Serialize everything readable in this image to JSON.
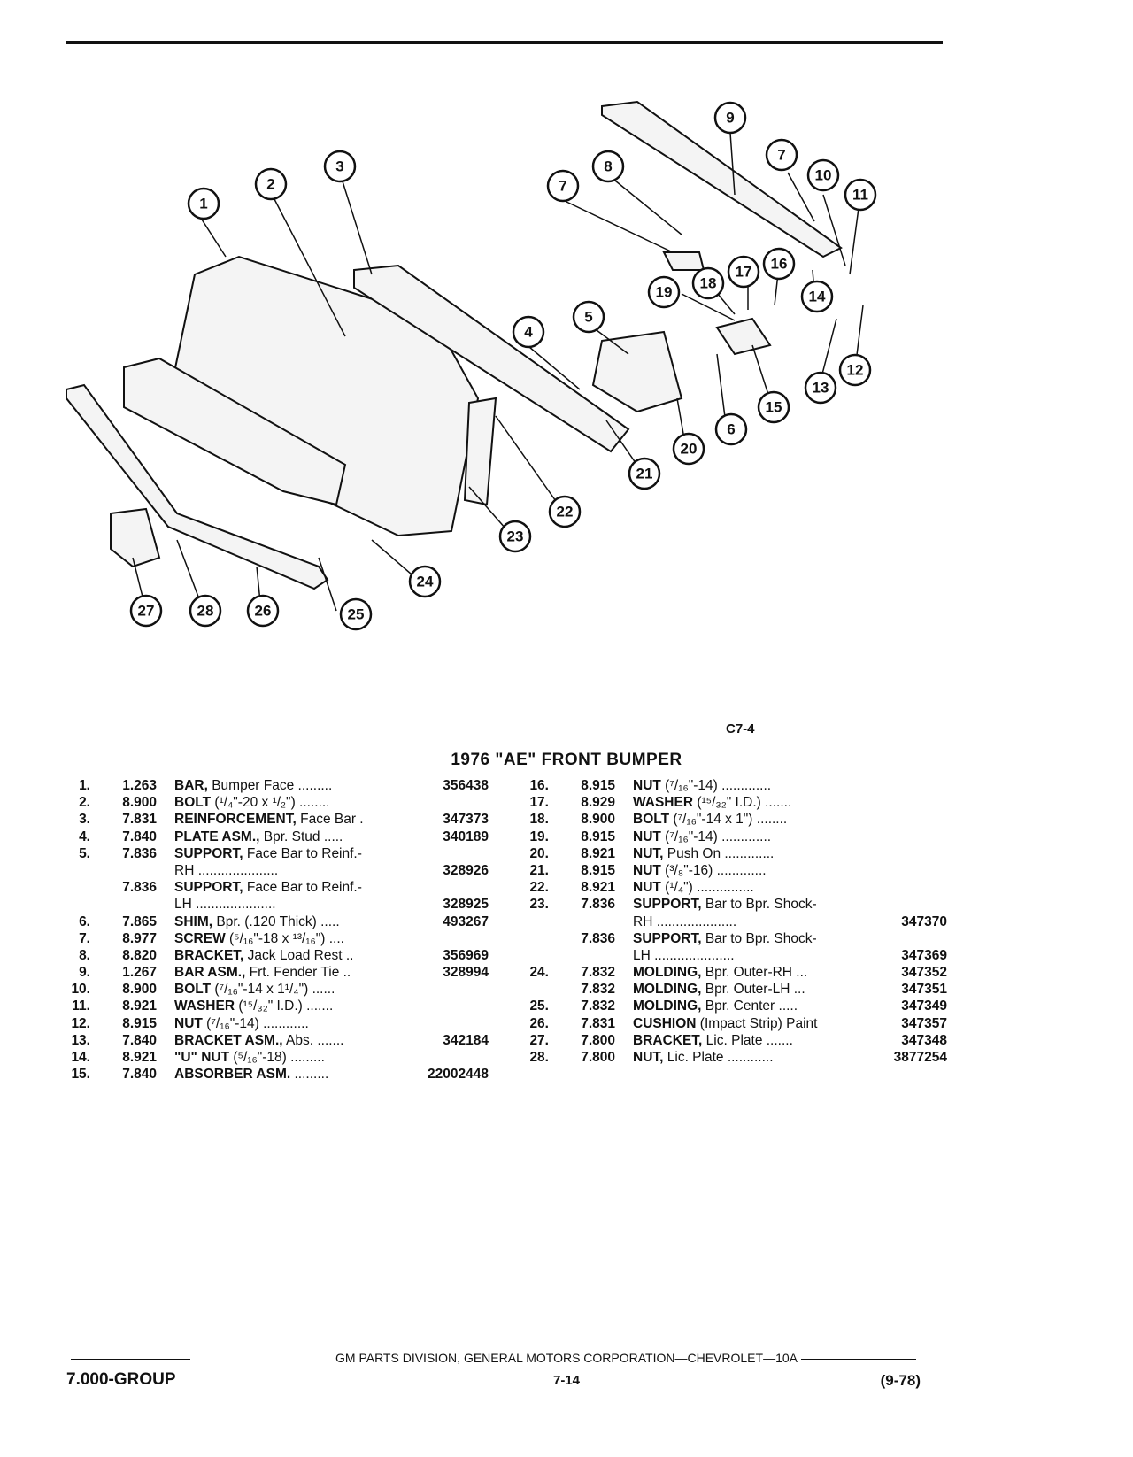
{
  "document": {
    "figure_ref": "C7-4",
    "title": "1976 \"AE\" FRONT BUMPER",
    "footer": {
      "center_text": "GM PARTS DIVISION, GENERAL MOTORS CORPORATION—CHEVROLET—10A",
      "group": "7.000-GROUP",
      "page": "7-14",
      "date": "(9-78)"
    }
  },
  "callouts": [
    "1",
    "2",
    "3",
    "4",
    "5",
    "6",
    "7",
    "7",
    "8",
    "9",
    "10",
    "11",
    "12",
    "13",
    "14",
    "15",
    "16",
    "17",
    "18",
    "19",
    "20",
    "21",
    "22",
    "23",
    "24",
    "25",
    "26",
    "27",
    "28"
  ],
  "parts_left": [
    {
      "no": "1.",
      "group": "1.263",
      "name": "BAR,",
      "desc": " Bumper Face .........",
      "pn": "356438"
    },
    {
      "no": "2.",
      "group": "8.900",
      "name": "BOLT",
      "desc": " (¹/₄\"-20 x ¹/₂\") ........",
      "pn": ""
    },
    {
      "no": "3.",
      "group": "7.831",
      "name": "REINFORCEMENT,",
      "desc": " Face Bar .",
      "pn": "347373"
    },
    {
      "no": "4.",
      "group": "7.840",
      "name": "PLATE ASM.,",
      "desc": " Bpr. Stud .....",
      "pn": "340189"
    },
    {
      "no": "5.",
      "group": "7.836",
      "name": "SUPPORT,",
      "desc": " Face Bar to Reinf.-",
      "pn": ""
    },
    {
      "no": "",
      "group": "",
      "name": "",
      "desc": "RH .....................",
      "pn": "328926"
    },
    {
      "no": "",
      "group": "7.836",
      "name": "SUPPORT,",
      "desc": " Face Bar to Reinf.-",
      "pn": ""
    },
    {
      "no": "",
      "group": "",
      "name": "",
      "desc": "LH .....................",
      "pn": "328925"
    },
    {
      "no": "6.",
      "group": "7.865",
      "name": "SHIM,",
      "desc": " Bpr. (.120 Thick) .....",
      "pn": "493267"
    },
    {
      "no": "7.",
      "group": "8.977",
      "name": "SCREW",
      "desc": " (⁵/₁₆\"-18 x ¹³/₁₆\") ....",
      "pn": ""
    },
    {
      "no": "8.",
      "group": "8.820",
      "name": "BRACKET,",
      "desc": " Jack Load Rest ..",
      "pn": "356969"
    },
    {
      "no": "9.",
      "group": "1.267",
      "name": "BAR ASM.,",
      "desc": " Frt. Fender Tie ..",
      "pn": "328994"
    },
    {
      "no": "10.",
      "group": "8.900",
      "name": "BOLT",
      "desc": " (⁷/₁₆\"-14 x 1¹/₄\") ......",
      "pn": ""
    },
    {
      "no": "11.",
      "group": "8.921",
      "name": "WASHER",
      "desc": " (¹⁵/₃₂\" I.D.) .......",
      "pn": ""
    },
    {
      "no": "12.",
      "group": "8.915",
      "name": "NUT",
      "desc": " (⁷/₁₆\"-14) ............",
      "pn": ""
    },
    {
      "no": "13.",
      "group": "7.840",
      "name": "BRACKET ASM.,",
      "desc": " Abs. .......",
      "pn": "342184"
    },
    {
      "no": "14.",
      "group": "8.921",
      "name": "\"U\" NUT",
      "desc": " (⁵/₁₆\"-18) .........",
      "pn": ""
    },
    {
      "no": "15.",
      "group": "7.840",
      "name": "ABSORBER ASM.",
      "desc": " .........",
      "pn": "22002448"
    }
  ],
  "parts_right": [
    {
      "no": "16.",
      "group": "8.915",
      "name": "NUT",
      "desc": " (⁷/₁₆\"-14) .............",
      "pn": ""
    },
    {
      "no": "17.",
      "group": "8.929",
      "name": "WASHER",
      "desc": " (¹⁵/₃₂\" I.D.) .......",
      "pn": ""
    },
    {
      "no": "18.",
      "group": "8.900",
      "name": "BOLT",
      "desc": " (⁷/₁₆\"-14 x 1\") ........",
      "pn": ""
    },
    {
      "no": "19.",
      "group": "8.915",
      "name": "NUT",
      "desc": " (⁷/₁₆\"-14) .............",
      "pn": ""
    },
    {
      "no": "20.",
      "group": "8.921",
      "name": "NUT,",
      "desc": " Push On .............",
      "pn": ""
    },
    {
      "no": "21.",
      "group": "8.915",
      "name": "NUT",
      "desc": " (³/₈\"-16) .............",
      "pn": ""
    },
    {
      "no": "22.",
      "group": "8.921",
      "name": "NUT",
      "desc": " (¹/₄\") ...............",
      "pn": ""
    },
    {
      "no": "23.",
      "group": "7.836",
      "name": "SUPPORT,",
      "desc": " Bar to Bpr. Shock-",
      "pn": ""
    },
    {
      "no": "",
      "group": "",
      "name": "",
      "desc": "RH .....................",
      "pn": "347370"
    },
    {
      "no": "",
      "group": "7.836",
      "name": "SUPPORT,",
      "desc": " Bar to Bpr. Shock-",
      "pn": ""
    },
    {
      "no": "",
      "group": "",
      "name": "",
      "desc": "LH .....................",
      "pn": "347369"
    },
    {
      "no": "24.",
      "group": "7.832",
      "name": "MOLDING,",
      "desc": " Bpr. Outer-RH ...",
      "pn": "347352"
    },
    {
      "no": "",
      "group": "7.832",
      "name": "MOLDING,",
      "desc": " Bpr. Outer-LH ...",
      "pn": "347351"
    },
    {
      "no": "25.",
      "group": "7.832",
      "name": "MOLDING,",
      "desc": " Bpr. Center .....",
      "pn": "347349"
    },
    {
      "no": "26.",
      "group": "7.831",
      "name": "CUSHION",
      "desc": " (Impact Strip) Paint",
      "pn": "347357"
    },
    {
      "no": "27.",
      "group": "7.800",
      "name": "BRACKET,",
      "desc": " Lic. Plate .......",
      "pn": "347348"
    },
    {
      "no": "28.",
      "group": "7.800",
      "name": "NUT,",
      "desc": " Lic. Plate ............",
      "pn": "3877254"
    }
  ]
}
